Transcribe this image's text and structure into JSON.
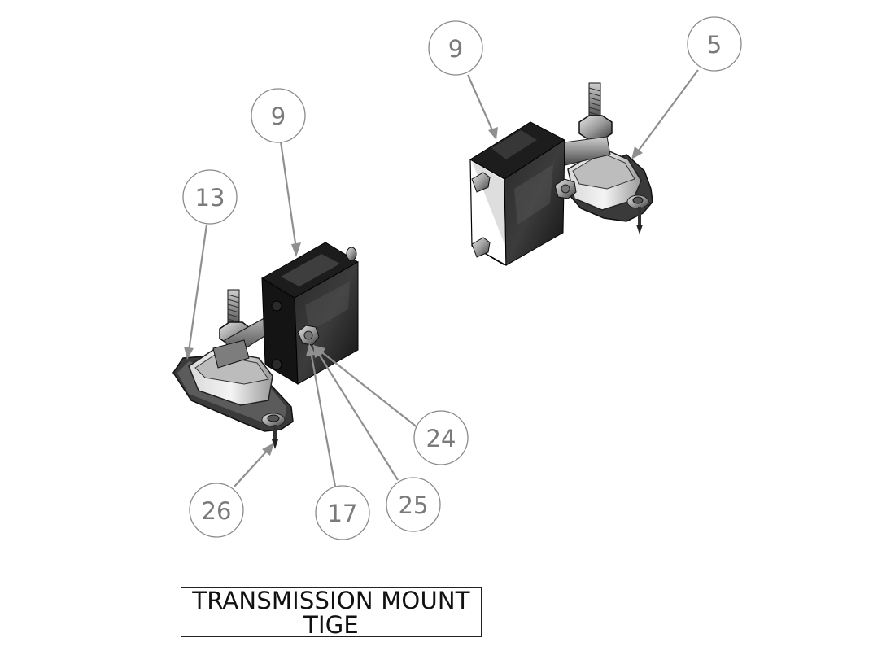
{
  "balloons": [
    {
      "id": "b9-left",
      "label": "9"
    },
    {
      "id": "b13",
      "label": "13"
    },
    {
      "id": "b24",
      "label": "24"
    },
    {
      "id": "b26",
      "label": "26"
    },
    {
      "id": "b17",
      "label": "17"
    },
    {
      "id": "b25",
      "label": "25"
    },
    {
      "id": "b9-right",
      "label": "9"
    },
    {
      "id": "b5",
      "label": "5"
    }
  ],
  "title": {
    "line1": "TRANSMISSION MOUNT",
    "line2": "TIGE"
  }
}
